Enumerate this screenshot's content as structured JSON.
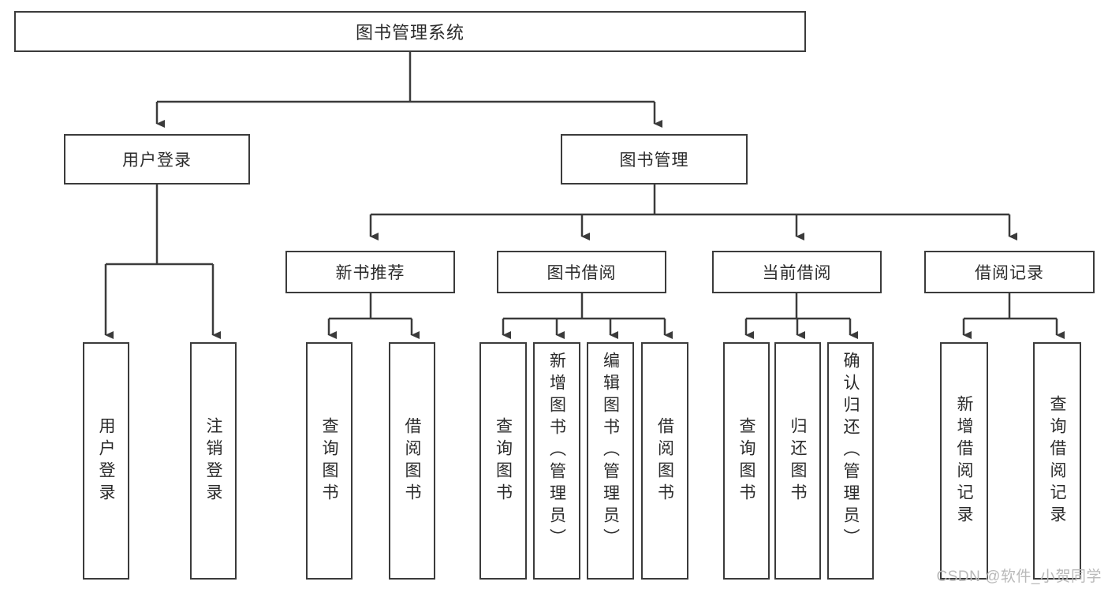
{
  "diagram": {
    "title": "图书管理系统",
    "type": "tree",
    "orientation": "top-down",
    "colors": {
      "box_border": "#3b3b3b",
      "box_fill": "#ffffff",
      "text": "#2b2b2b",
      "connector": "#3b3b3b",
      "watermark": "#b9b9b9",
      "background": "#ffffff"
    },
    "root": {
      "label": "图书管理系统",
      "level": 1
    },
    "level2": [
      {
        "label": "用户登录",
        "level": 2
      },
      {
        "label": "图书管理",
        "level": 2
      }
    ],
    "level3": [
      {
        "label": "新书推荐",
        "level": 3,
        "parent": "图书管理"
      },
      {
        "label": "图书借阅",
        "level": 3,
        "parent": "图书管理"
      },
      {
        "label": "当前借阅",
        "level": 3,
        "parent": "图书管理"
      },
      {
        "label": "借阅记录",
        "level": 3,
        "parent": "图书管理"
      }
    ],
    "leaves": {
      "user_login": [
        {
          "label": "用户登录",
          "parent": "用户登录"
        },
        {
          "label": "注销登录",
          "parent": "用户登录"
        }
      ],
      "new_book": [
        {
          "label": "查询图书",
          "parent": "新书推荐"
        },
        {
          "label": "借阅图书",
          "parent": "新书推荐"
        }
      ],
      "book_borrow": [
        {
          "label": "查询图书",
          "parent": "图书借阅"
        },
        {
          "label": "新增图书（管理员）",
          "parent": "图书借阅"
        },
        {
          "label": "编辑图书（管理员）",
          "parent": "图书借阅"
        },
        {
          "label": "借阅图书",
          "parent": "图书借阅"
        }
      ],
      "current_borrow": [
        {
          "label": "查询图书",
          "parent": "当前借阅"
        },
        {
          "label": "归还图书",
          "parent": "当前借阅"
        },
        {
          "label": "确认归还（管理员）",
          "parent": "当前借阅"
        }
      ],
      "borrow_record": [
        {
          "label": "新增借阅记录",
          "parent": "借阅记录"
        },
        {
          "label": "查询借阅记录",
          "parent": "借阅记录"
        }
      ]
    }
  },
  "watermark": {
    "text": "CSDN @软件_小贺同学"
  }
}
